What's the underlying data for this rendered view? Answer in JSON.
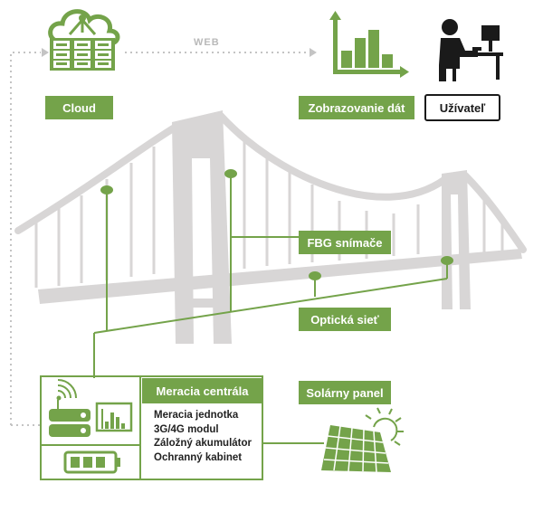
{
  "labels": {
    "cloud": "Cloud",
    "web": "WEB",
    "data_display": "Zobrazovanie dát",
    "user": "Užívateľ",
    "fbg_sensors": "FBG snímače",
    "optical_network": "Optická sieť",
    "solar_panel": "Solárny panel"
  },
  "station": {
    "title": "Meracia centrála",
    "items": [
      "Meracia jednotka",
      "3G/4G modul",
      "Záložný akumulátor",
      "Ochranný kabinet"
    ]
  },
  "colors": {
    "accent": "#74a34a",
    "bridge": "#d8d6d6",
    "dotted": "#c4c4c4",
    "dark": "#1a1a1a"
  },
  "icons": [
    "cloud-server-icon",
    "bar-chart-icon",
    "user-at-computer-icon",
    "wifi-router-icon",
    "monitor-chart-icon",
    "battery-icon",
    "solar-panel-icon",
    "sun-icon"
  ]
}
